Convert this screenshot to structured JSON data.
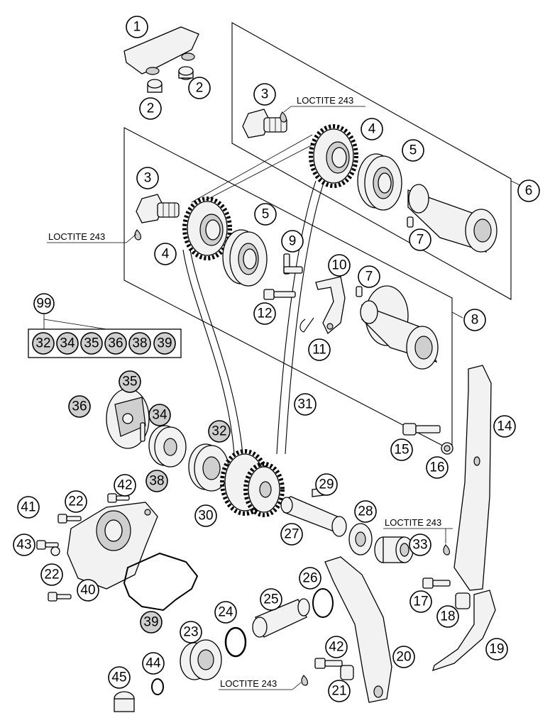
{
  "callouts": {
    "c1": "1",
    "c2a": "2",
    "c2b": "2",
    "c3a": "3",
    "c3b": "3",
    "c4a": "4",
    "c4b": "4",
    "c5a": "5",
    "c5b": "5",
    "c6": "6",
    "c7a": "7",
    "c7b": "7",
    "c8": "8",
    "c9": "9",
    "c10": "10",
    "c11": "11",
    "c12": "12",
    "c14": "14",
    "c15": "15",
    "c16": "16",
    "c17": "17",
    "c18": "18",
    "c19": "19",
    "c20": "20",
    "c21": "21",
    "c22a": "22",
    "c22b": "22",
    "c23": "23",
    "c24": "24",
    "c25": "25",
    "c26": "26",
    "c27": "27",
    "c28": "28",
    "c29": "29",
    "c30": "30",
    "c31": "31",
    "c32": "32",
    "c33": "33",
    "c34": "34",
    "c35": "35",
    "c36": "36",
    "c38": "38",
    "c39": "39",
    "c40": "40",
    "c41": "41",
    "c42a": "42",
    "c42b": "42",
    "c43": "43",
    "c44": "44",
    "c45": "45",
    "c99": "99"
  },
  "kit_99": [
    "32",
    "34",
    "35",
    "36",
    "38",
    "39"
  ],
  "notes": {
    "loctite_top": "LOCTITE 243",
    "loctite_left": "LOCTITE 243",
    "loctite_right": "LOCTITE 243",
    "loctite_bottom": "LOCTITE 243"
  }
}
